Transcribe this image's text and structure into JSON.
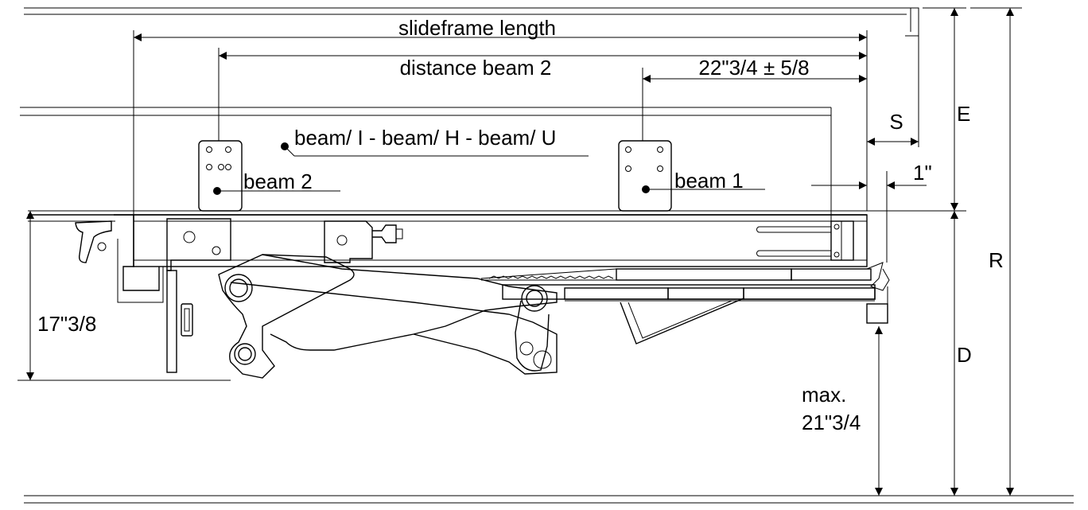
{
  "labels": {
    "slideframe_length": "slideframe length",
    "distance_beam_2": "distance beam 2",
    "beam1_distance": "22\"3/4 ± 5/8",
    "beam_types": "beam/ I - beam/ H - beam/ U",
    "beam_2": "beam 2",
    "beam_1": "beam 1",
    "dim_s": "S",
    "dim_one_inch": "1\"",
    "dim_e": "E",
    "dim_r": "R",
    "dim_d": "D",
    "height_17": "17\"3/8",
    "max_line1": "max.",
    "max_line2": "21\"3/4"
  },
  "colors": {
    "line": "#000000",
    "background": "#ffffff"
  }
}
